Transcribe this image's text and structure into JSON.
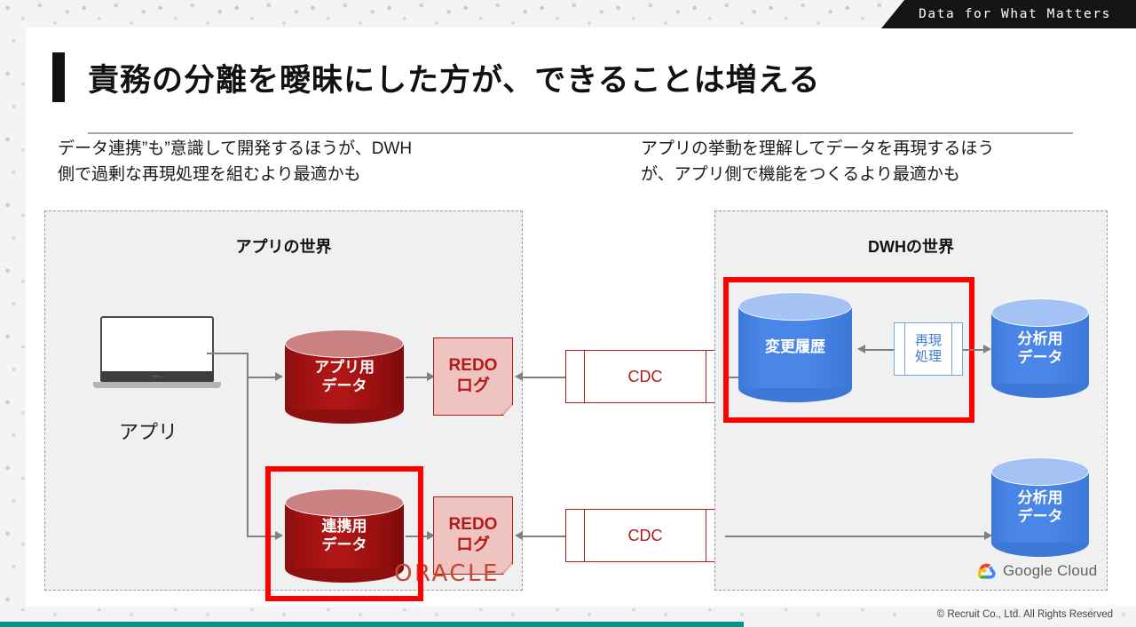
{
  "banner": {
    "text": "Data for What Matters"
  },
  "slide": {
    "title": "責務の分離を曖昧にした方が、できることは増える",
    "caption_left": "データ連携”も”意識して開発するほうが、DWH\n側で過剰な再現処理を組むより最適かも",
    "caption_right": "アプリの挙動を理解してデータを再現するほう\nが、アプリ側で機能をつくるより最適かも"
  },
  "diagram": {
    "left_world": {
      "title": "アプリの世界",
      "laptop_caption": "アプリ",
      "app_data_cylinder": "アプリ用\nデータ",
      "renkei_data_cylinder": "連携用\nデータ",
      "redo_top": "REDO\nログ",
      "redo_bottom": "REDO\nログ",
      "vendor_logo": "ORACLE"
    },
    "right_world": {
      "title": "DWHの世界",
      "change_history_cylinder": "変更履歴",
      "replay_process": "再現\n処理",
      "analytics_data_top": "分析用\nデータ",
      "analytics_data_bottom": "分析用\nデータ",
      "vendor_logo": "Google Cloud"
    },
    "cdc_top": "CDC",
    "cdc_bottom": "CDC"
  },
  "footer": {
    "copyright": "© Recruit Co., Ltd. All Rights Reserved"
  },
  "colors": {
    "banner_bg": "#141414",
    "highlight_red": "#ff0000",
    "oracle_red": "#b41a1a",
    "oracle_brand": "#c74634",
    "gcp_blue": "#4a86e8",
    "teal": "#009688",
    "world_bg": "#f0f0f0"
  }
}
